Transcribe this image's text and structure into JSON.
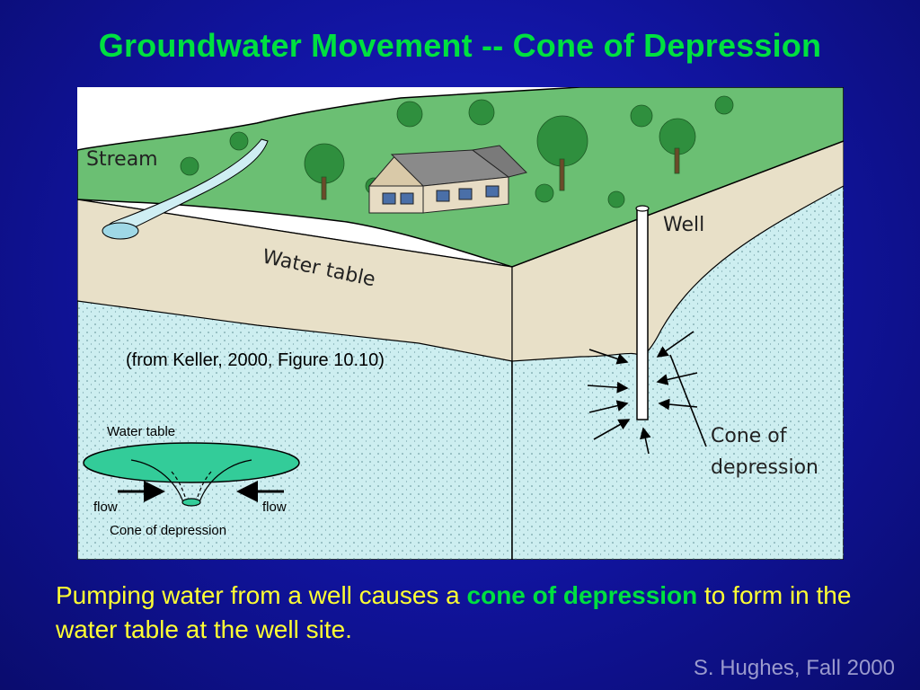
{
  "slide": {
    "title": "Groundwater Movement -- Cone of Depression",
    "credit": "S. Hughes, Fall 2000"
  },
  "figure": {
    "labels": {
      "stream": "Stream",
      "well": "Well",
      "water_table": "Water table",
      "cone": [
        "Cone of",
        "depression"
      ],
      "source": "(from Keller, 2000, Figure 10.10)"
    },
    "inset": {
      "water_table": "Water table",
      "flow_left": "flow",
      "flow_right": "flow",
      "cone": "Cone of depression"
    },
    "colors": {
      "land": "#6bbf73",
      "soil": "#e8e0c8",
      "aquifer": "#cdeef0",
      "cone_fill": "#33cc99"
    }
  },
  "caption": {
    "before": "Pumping water from a well causes a ",
    "highlight": "cone of depression",
    "after": " to form in the water table at the well site."
  }
}
